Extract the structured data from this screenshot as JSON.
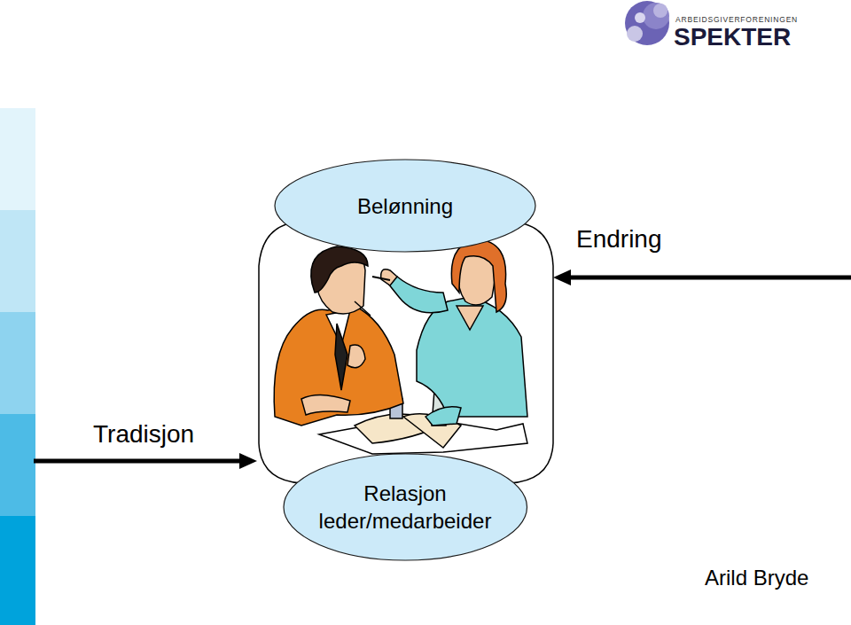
{
  "diagram": {
    "nodes": [
      {
        "text": [
          "Belønning"
        ]
      },
      {
        "text": [
          "Relasjon leder/medarbeider"
        ]
      }
    ],
    "labels": [
      "ARBEIDSGIVERFORENINGEN",
      "SPEKTER",
      "Endring",
      "Tradisjon",
      "Arild Bryde"
    ]
  }
}
